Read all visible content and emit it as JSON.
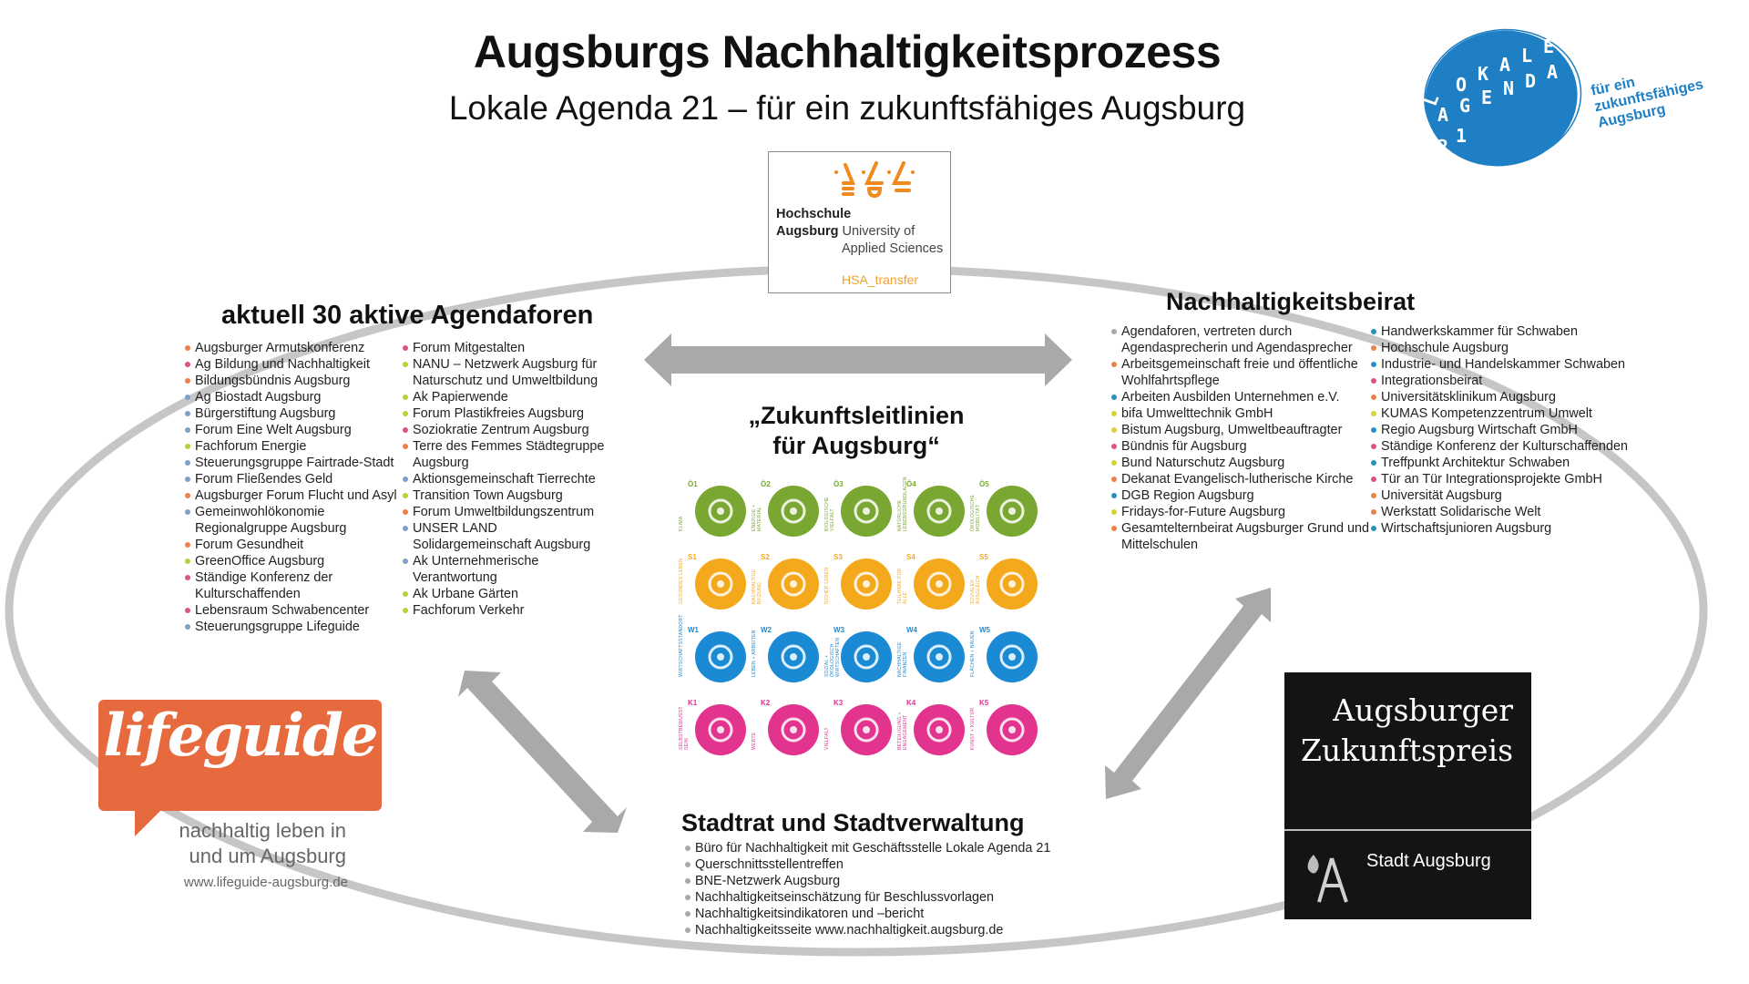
{
  "header": {
    "title": "Augsburgs Nachhaltigkeitsprozess",
    "subtitle": "Lokale Agenda 21 – für ein zukunftsfähiges Augsburg"
  },
  "logos": {
    "lokale_agenda": {
      "circle_letters": [
        "L",
        "O",
        "K",
        "A",
        "L",
        "E",
        "A",
        "G",
        "E",
        "N",
        "D",
        "A",
        "2",
        "1"
      ],
      "tagline_lines": [
        "für ein",
        "zukunftsfähiges",
        "Augsburg"
      ],
      "color": "#1f7fc4"
    },
    "hochschule": {
      "line1_bold": "Hochschule",
      "line2_bold": "Augsburg",
      "line2_normal": "University of",
      "line3": "Applied Sciences",
      "transfer": "HSA_transfer",
      "accent": "#f0a030"
    },
    "lifeguide": {
      "word": "lifeguide",
      "tagline_1": "nachhaltig leben in",
      "tagline_2": "und um Augsburg",
      "url": "www.lifeguide-augsburg.de",
      "color": "#e76a3f"
    },
    "zukunftspreis": {
      "line1": "Augsburger",
      "line2": "Zukunftspreis",
      "city": "Stadt Augsburg",
      "city_glyph": "A"
    }
  },
  "colors": {
    "orange": "#e8834a",
    "pink": "#d9548a",
    "blue": "#4f8fc2",
    "green": "#b9cf3a",
    "grey": "#a8a8a8",
    "arrow": "#aaa8a9",
    "ellipse": "#c6c6c6"
  },
  "agendaforen": {
    "heading": "aktuell 30 aktive Agendaforen",
    "col1": [
      {
        "text": "Augsburger Armutskonferenz",
        "color": "#e8834a"
      },
      {
        "text": "Ag Bildung und Nachhaltigkeit",
        "color": "#d9548a"
      },
      {
        "text": "Bildungsbündnis Augsburg",
        "color": "#e8834a"
      },
      {
        "text": "Ag Biostadt Augsburg",
        "color": "#7f9fc8"
      },
      {
        "text": "Bürgerstiftung Augsburg",
        "color": "#7f9fc8"
      },
      {
        "text": "Forum Eine Welt Augsburg",
        "color": "#7f9fc8"
      },
      {
        "text": "Fachforum Energie",
        "color": "#b9cf3a"
      },
      {
        "text": "Steuerungsgruppe Fairtrade-Stadt",
        "color": "#7f9fc8"
      },
      {
        "text": "Forum Fließendes Geld",
        "color": "#7f9fc8"
      },
      {
        "text": "Augsburger Forum Flucht und Asyl",
        "color": "#e8834a"
      },
      {
        "text": "Gemeinwohlökonomie Regionalgruppe Augsburg",
        "color": "#7f9fc8"
      },
      {
        "text": "Forum Gesundheit",
        "color": "#e8834a"
      },
      {
        "text": "GreenOffice Augsburg",
        "color": "#b9cf3a"
      },
      {
        "text": "Ständige Konferenz der Kulturschaffenden",
        "color": "#d9548a"
      },
      {
        "text": "Lebensraum Schwabencenter",
        "color": "#d9548a"
      },
      {
        "text": "Steuerungsgruppe Lifeguide",
        "color": "#7f9fc8"
      }
    ],
    "col2": [
      {
        "text": "Forum Mitgestalten",
        "color": "#d9548a"
      },
      {
        "text": "NANU – Netzwerk Augsburg für Naturschutz und Umweltbildung",
        "color": "#b9cf3a"
      },
      {
        "text": "Ak Papierwende",
        "color": "#b9cf3a"
      },
      {
        "text": "Forum Plastikfreies Augsburg",
        "color": "#b9cf3a"
      },
      {
        "text": "Soziokratie Zentrum Augsburg",
        "color": "#d9548a"
      },
      {
        "text": "Terre des Femmes Städtegruppe Augsburg",
        "color": "#e8834a"
      },
      {
        "text": "Aktionsgemeinschaft Tierrechte",
        "color": "#7f9fc8"
      },
      {
        "text": "Transition Town Augsburg",
        "color": "#b9cf3a"
      },
      {
        "text": "Forum Umweltbildungszentrum",
        "color": "#e8834a"
      },
      {
        "text": "UNSER LAND Solidargemeinschaft Augsburg",
        "color": "#7f9fc8"
      },
      {
        "text": "Ak Unternehmerische Verantwortung",
        "color": "#7f9fc8"
      },
      {
        "text": "Ak Urbane Gärten",
        "color": "#b9cf3a"
      },
      {
        "text": "Fachforum Verkehr",
        "color": "#b9cf3a"
      }
    ]
  },
  "beirat": {
    "heading": "Nachhaltigkeitsbeirat",
    "col1": [
      {
        "text": "Agendaforen, vertreten durch Agendasprecherin und Agendasprecher",
        "color": "#a8a8a8"
      },
      {
        "text": "Arbeitsgemeinschaft freie und öffentliche Wohlfahrtspflege",
        "color": "#e8834a"
      },
      {
        "text": "Arbeiten Ausbilden Unternehmen e.V.",
        "color": "#2a8fc0"
      },
      {
        "text": "bifa Umwelttechnik GmbH",
        "color": "#d4d43a"
      },
      {
        "text": "Bistum Augsburg, Umweltbeauftragter",
        "color": "#d4d43a"
      },
      {
        "text": "Bündnis für Augsburg",
        "color": "#d9548a"
      },
      {
        "text": "Bund Naturschutz Augsburg",
        "color": "#d4d43a"
      },
      {
        "text": "Dekanat Evangelisch-lutherische Kirche",
        "color": "#e8834a"
      },
      {
        "text": "DGB Region Augsburg",
        "color": "#2a8fc0"
      },
      {
        "text": "Fridays-for-Future Augsburg",
        "color": "#d4d43a"
      },
      {
        "text": "Gesamtelternbeirat Augsburger Grund und Mittelschulen",
        "color": "#e8834a"
      }
    ],
    "col2": [
      {
        "text": "Handwerkskammer für Schwaben",
        "color": "#2a8fc0"
      },
      {
        "text": "Hochschule Augsburg",
        "color": "#e8834a"
      },
      {
        "text": "Industrie- und Handelskammer Schwaben",
        "color": "#2a8fc0"
      },
      {
        "text": "Integrationsbeirat",
        "color": "#d9548a"
      },
      {
        "text": "Universitätsklinikum Augsburg",
        "color": "#e8834a"
      },
      {
        "text": "KUMAS Kompetenzzentrum Umwelt",
        "color": "#d4d43a"
      },
      {
        "text": "Regio Augsburg Wirtschaft GmbH",
        "color": "#2a8fc0"
      },
      {
        "text": "Ständige Konferenz der Kulturschaffenden",
        "color": "#d9548a"
      },
      {
        "text": "Treffpunkt Architektur Schwaben",
        "color": "#2a8fc0"
      },
      {
        "text": "Tür an Tür Integrationsprojekte GmbH",
        "color": "#d9548a"
      },
      {
        "text": "Universität Augsburg",
        "color": "#e8834a"
      },
      {
        "text": "Werkstatt Solidarische Welt",
        "color": "#e8834a"
      },
      {
        "text": "Wirtschaftsjunioren Augsburg",
        "color": "#2a8fc0"
      }
    ]
  },
  "leitlinien": {
    "heading_1": "„Zukunftsleitlinien",
    "heading_2": "für Augsburg“",
    "rows": [
      {
        "color": "#7aa732",
        "items": [
          {
            "code": "Ö1",
            "label": "KLIMA",
            "icon": "earth-thermometer-icon"
          },
          {
            "code": "Ö2",
            "label": "ENERGIE + MATERIAL",
            "icon": "sun-gear-icon"
          },
          {
            "code": "Ö3",
            "label": "BIOLOGISCHE VIELFALT",
            "icon": "bee-leaf-fish-icon"
          },
          {
            "code": "Ö4",
            "label": "NATÜRLICHE LEBENSGRUNDLAGEN",
            "icon": "water-drop-icon"
          },
          {
            "code": "Ö5",
            "label": "ÖKOLOGISCHE MOBILITÄT",
            "icon": "tram-bike-walker-icon"
          }
        ]
      },
      {
        "color": "#f4a81c",
        "items": [
          {
            "code": "S1",
            "label": "GESUNDES LEBEN",
            "icon": "person-running-icon"
          },
          {
            "code": "S2",
            "label": "NACHHALTIGE BILDUNG",
            "icon": "people-book-icon"
          },
          {
            "code": "S3",
            "label": "SICHER LEBEN",
            "icon": "knot-icon"
          },
          {
            "code": "S4",
            "label": "TEILHABE FÜR ALLE",
            "icon": "equality-icon"
          },
          {
            "code": "S5",
            "label": "SOZIALER AUSGLEICH",
            "icon": "spoons-icon"
          }
        ]
      },
      {
        "color": "#1a8ad4",
        "items": [
          {
            "code": "W1",
            "label": "WIRTSCHAFTSSTANDORT",
            "icon": "network-icon"
          },
          {
            "code": "W2",
            "label": "LEBEN + ARBEITEN",
            "icon": "family-work-icon"
          },
          {
            "code": "W3",
            "label": "SOZIAL + ÖKOLOGISCH WIRTSCHAFTEN",
            "icon": "cart-globe-icon"
          },
          {
            "code": "W4",
            "label": "NACHHALTIGE FINANZEN",
            "icon": "coins-cycle-icon"
          },
          {
            "code": "W5",
            "label": "FLÄCHEN + BAUEN",
            "icon": "trees-building-icon"
          }
        ]
      },
      {
        "color": "#e2348f",
        "items": [
          {
            "code": "K1",
            "label": "SELBSTBEWUSST SEIN",
            "icon": "pinecone-icon"
          },
          {
            "code": "K2",
            "label": "WERTE",
            "icon": "religious-symbols-icon"
          },
          {
            "code": "K3",
            "label": "VIELFALT",
            "icon": "crowd-icon"
          },
          {
            "code": "K4",
            "label": "BETEILIGUNG + ENGAGEMENT",
            "icon": "paperclips-icon"
          },
          {
            "code": "K5",
            "label": "KUNST + KULTUR",
            "icon": "splash-icon"
          }
        ]
      }
    ]
  },
  "stadtrat": {
    "heading": "Stadtrat und Stadtverwaltung",
    "items": [
      "Büro für Nachhaltigkeit mit Geschäftsstelle Lokale Agenda 21",
      "Querschnittsstellentreffen",
      "BNE-Netzwerk Augsburg",
      "Nachhaltigkeitseinschätzung für Beschlussvorlagen",
      "Nachhaltigkeitsindikatoren und –bericht",
      "Nachhaltigkeitsseite www.nachhaltigkeit.augsburg.de"
    ],
    "bullet_color": "#a8a8a8"
  }
}
